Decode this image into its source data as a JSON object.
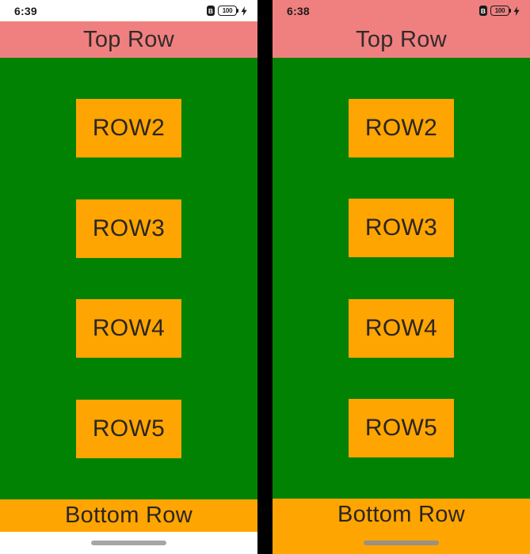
{
  "left_screen": {
    "status_bar": {
      "time": "6:39",
      "battery_badge": "B",
      "battery_level": "100"
    },
    "header": {
      "title": "Top Row"
    },
    "rows": [
      "ROW2",
      "ROW3",
      "ROW4",
      "ROW5"
    ],
    "footer": {
      "title": "Bottom Row"
    }
  },
  "right_screen": {
    "status_bar": {
      "time": "6:38",
      "battery_badge": "B",
      "battery_level": "100"
    },
    "header": {
      "title": "Top Row"
    },
    "rows": [
      "ROW2",
      "ROW3",
      "ROW4",
      "ROW5"
    ],
    "footer": {
      "title": "Bottom Row"
    }
  },
  "colors": {
    "header_pink": "#F08080",
    "content_green": "#028202",
    "row_orange": "#FFA502",
    "status_bar_white": "#FFFFFF",
    "divider_black": "#000000",
    "nav_pill_gray": "#A6A6A6",
    "nav_pill_on_orange": "#9B9082",
    "text_dark": "#2B2520"
  }
}
